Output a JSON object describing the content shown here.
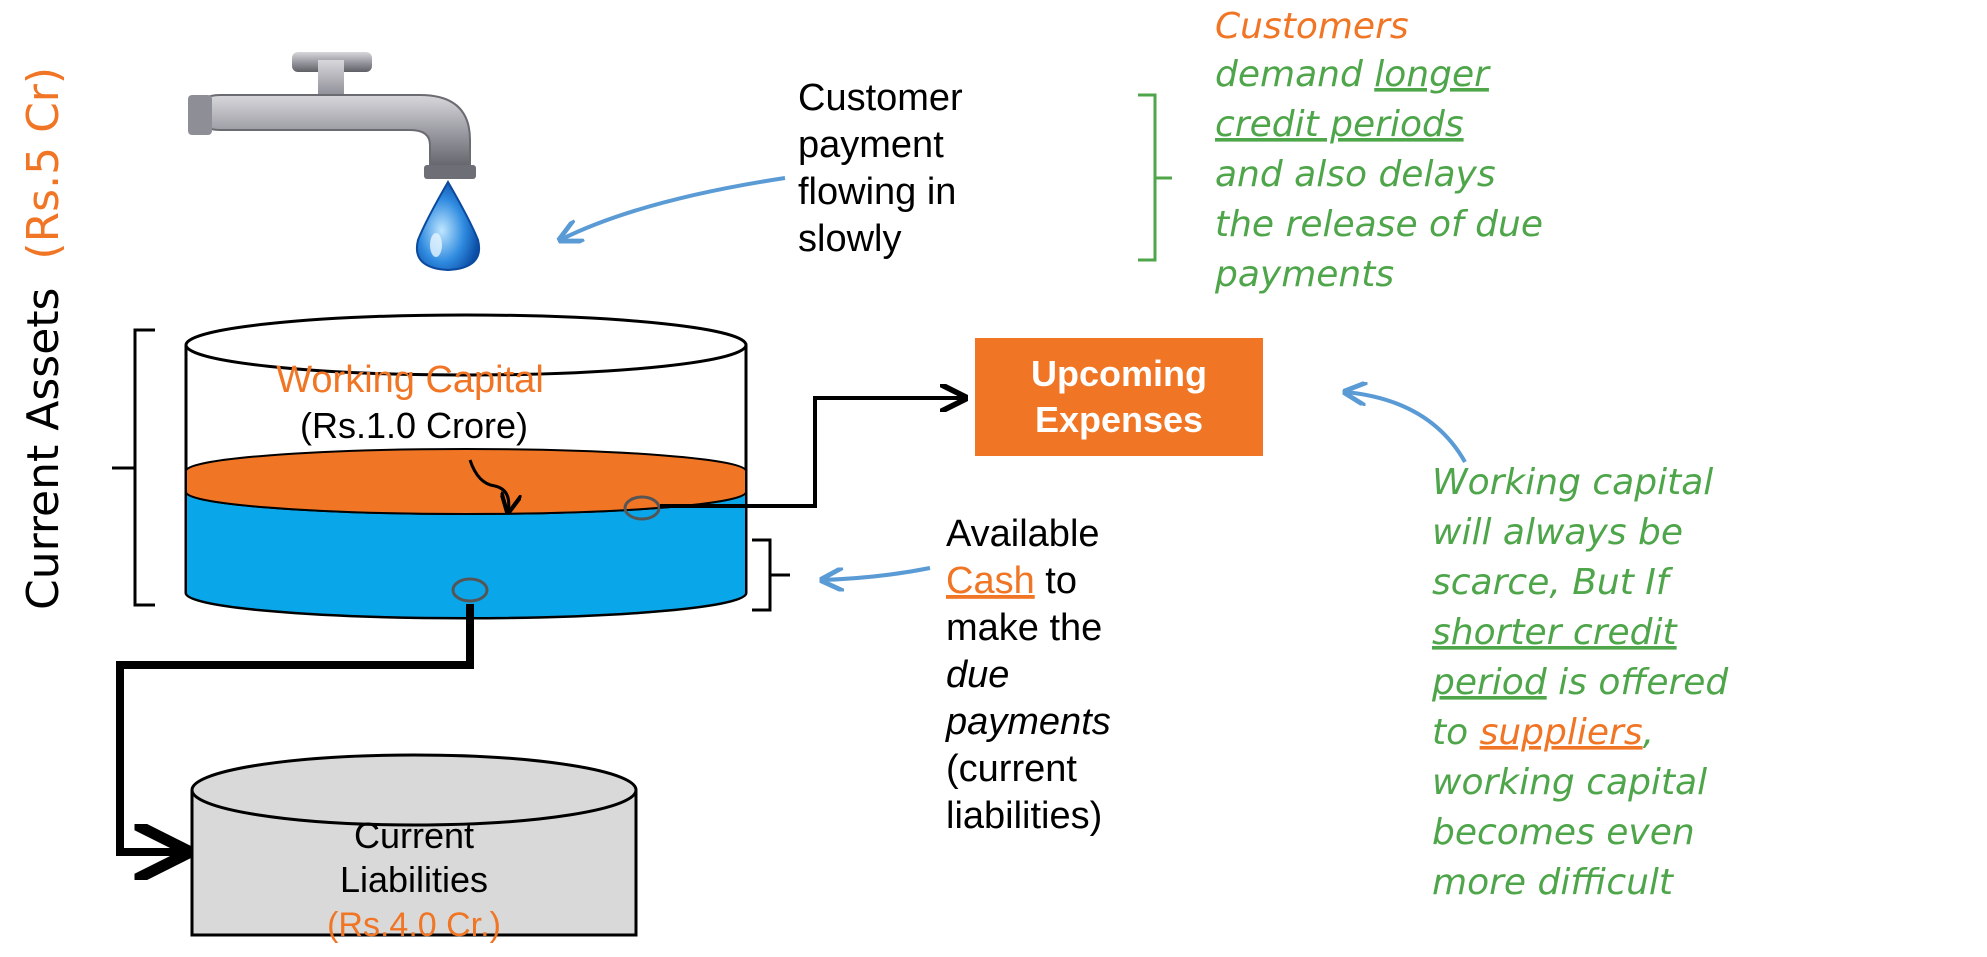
{
  "colors": {
    "orange": "#f07524",
    "blue": "#0aa6ea",
    "green": "#4ea54a",
    "arrow_blue": "#5b9bd5",
    "black": "#000000",
    "gray_tank": "#d9d9d9"
  },
  "icons": {
    "tap": "water-tap-icon",
    "drop": "water-drop-icon"
  },
  "axis_label": {
    "main": "Current Assets",
    "value": "(Rs.5 Cr)"
  },
  "tank": {
    "title": "Working Capital",
    "subtitle": "(Rs.1.0 Crore)"
  },
  "inflow": {
    "lines": [
      "Customer",
      "payment",
      "flowing in",
      "slowly"
    ]
  },
  "customers_note": {
    "l1": "Customers",
    "l2a": "demand ",
    "l2b": "longer",
    "l3": "credit periods",
    "l4": "and also delays",
    "l5": "the release of due",
    "l6": "payments"
  },
  "expenses_box": {
    "l1": "Upcoming",
    "l2": "Expenses"
  },
  "cash_note": {
    "l1": "Available",
    "l2a": "Cash",
    "l2b": " to",
    "l3": "make the",
    "l4": "due",
    "l5": "payments",
    "l6": "(current",
    "l7": "liabilities)"
  },
  "liabilities": {
    "l1": "Current",
    "l2": "Liabilities",
    "l3": "(Rs.4.0 Cr.)"
  },
  "wc_note": {
    "l1": "Working capital",
    "l2": "will always be",
    "l3": "scarce, But If",
    "l4": "shorter credit",
    "l5a": "period",
    "l5b": " is offered",
    "l6a": "to ",
    "l6b": "suppliers",
    "l6c": ",",
    "l7": "working capital",
    "l8": "becomes even",
    "l9": "more difficult"
  }
}
